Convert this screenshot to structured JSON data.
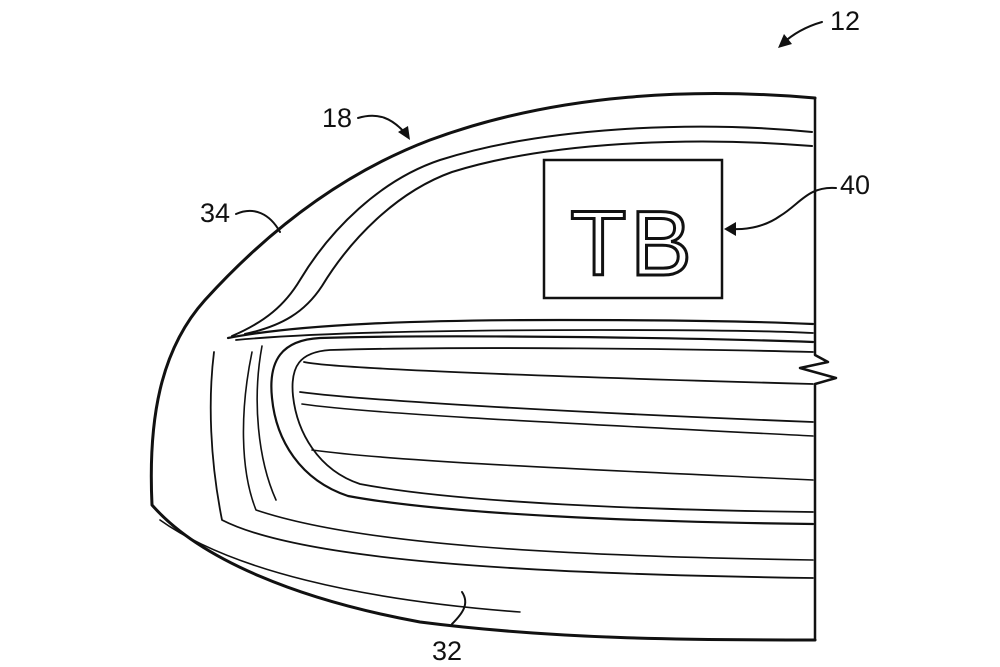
{
  "badge": {
    "text": "TB"
  },
  "reference_numerals": {
    "assembly": "12",
    "upper_edge": "18",
    "front_corner": "34",
    "lower_body": "32",
    "badge": "40"
  }
}
